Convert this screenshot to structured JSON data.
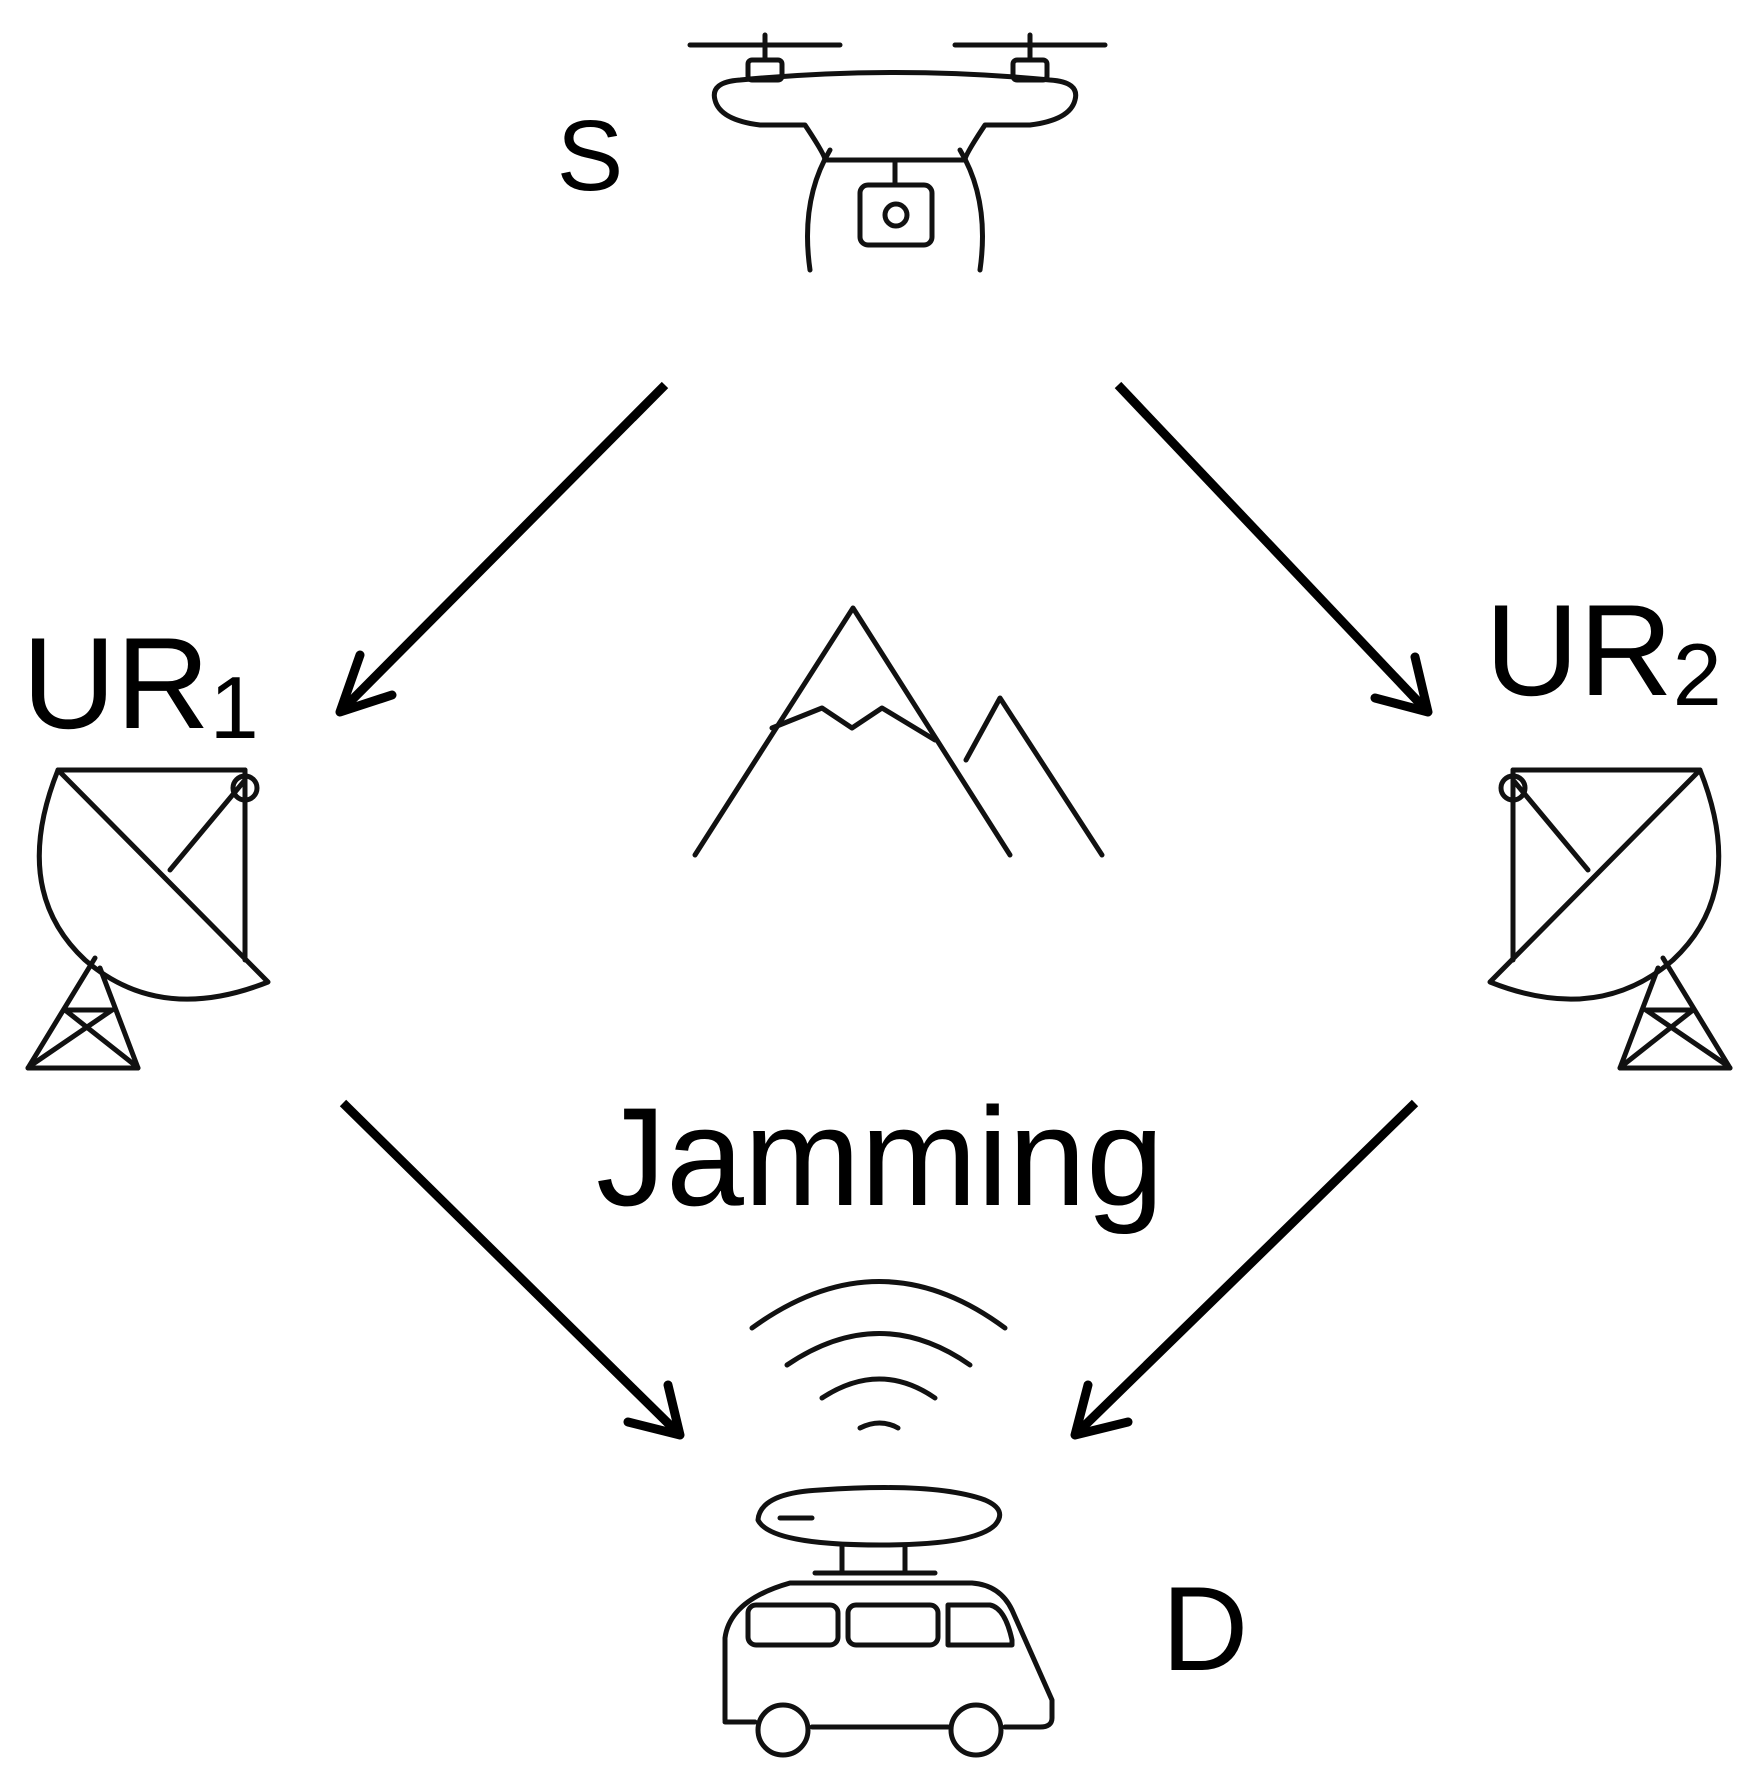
{
  "nodes": {
    "source": {
      "label": "S",
      "icon": "drone-icon"
    },
    "relay1": {
      "label": "UR",
      "subscript": "1",
      "icon": "satellite-dish-icon"
    },
    "relay2": {
      "label": "UR",
      "subscript": "2",
      "icon": "satellite-dish-icon"
    },
    "destination": {
      "label": "D",
      "icon": "van-icon"
    }
  },
  "obstacle": {
    "icon": "mountain-icon"
  },
  "jamming": {
    "label": "Jamming",
    "icon": "wireless-signal-icon"
  },
  "colors": {
    "stroke": "#000000",
    "background": "#ffffff"
  }
}
